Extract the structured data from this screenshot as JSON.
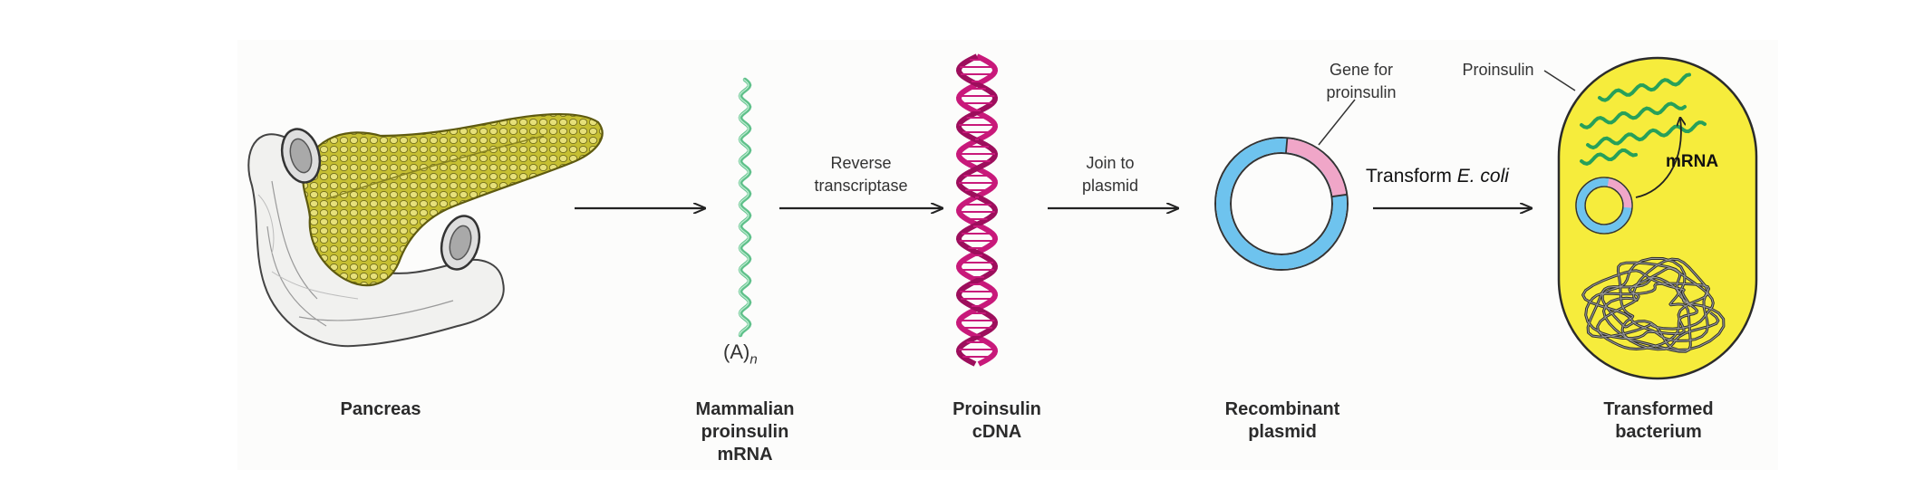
{
  "captions": {
    "pancreas": "Pancreas",
    "mrna": [
      "Mammalian",
      "proinsulin",
      "mRNA"
    ],
    "cdna": [
      "Proinsulin",
      "cDNA"
    ],
    "plasmid": [
      "Recombinant",
      "plasmid"
    ],
    "bacterium": [
      "Transformed",
      "bacterium"
    ]
  },
  "labels": {
    "poly_a": "(A)",
    "poly_a_sub": "n",
    "reverse_transcriptase": [
      "Reverse",
      "transcriptase"
    ],
    "join_to_plasmid": [
      "Join to",
      "plasmid"
    ],
    "gene_for_proinsulin": [
      "Gene for",
      "proinsulin"
    ],
    "transform": "Transform ",
    "transform_organism": "E. coli",
    "proinsulin": "Proinsulin",
    "mrna_inside": "mRNA"
  },
  "colors": {
    "mrna_green": "#5fc08a",
    "cdna_magenta": "#c8197a",
    "plasmid_blue": "#6ec3ee",
    "gene_pink": "#f0a6c8",
    "bacterium_yellow": "#f6ec3c",
    "pancreas_yellow": "#c9c23a",
    "protein_green": "#27a05a"
  }
}
